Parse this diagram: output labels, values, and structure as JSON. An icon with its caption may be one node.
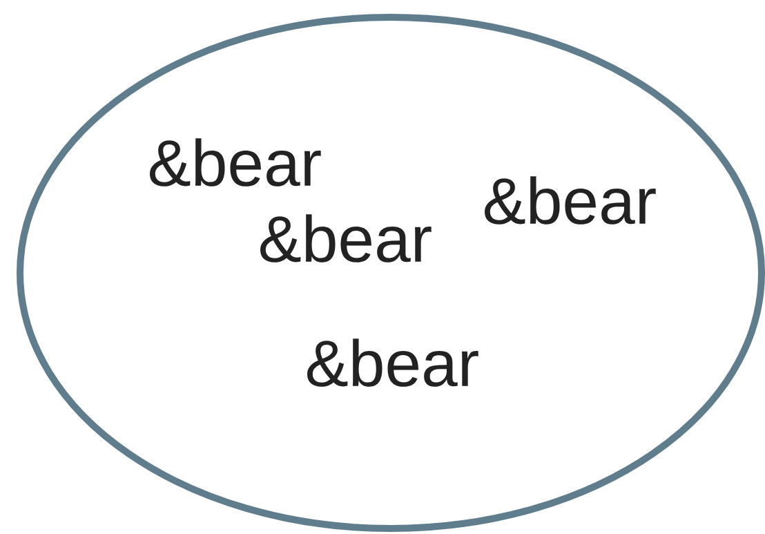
{
  "diagram": {
    "nodes": [
      {
        "text": [
          "&bear",
          "&bear",
          "&bear",
          "&bear"
        ]
      }
    ]
  }
}
